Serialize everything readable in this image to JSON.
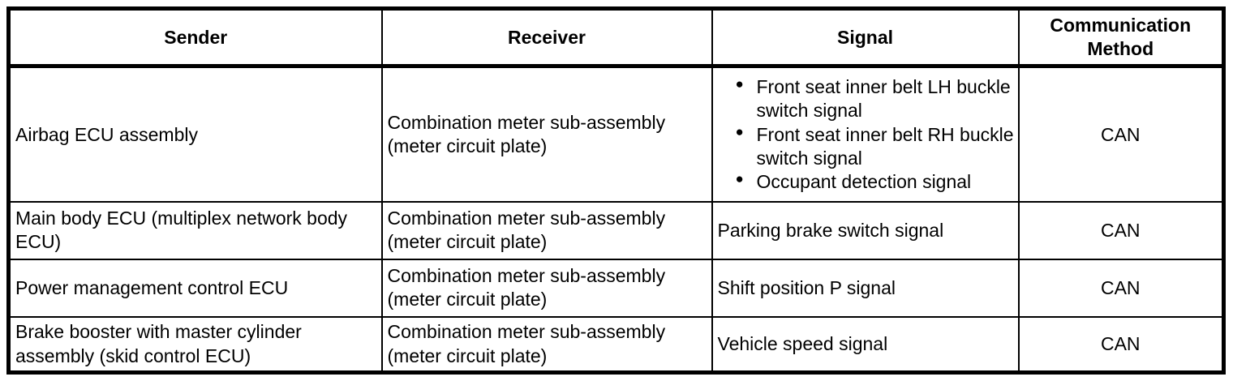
{
  "table": {
    "headers": [
      "Sender",
      "Receiver",
      "Signal",
      "Communication Method"
    ],
    "rows": [
      {
        "sender": "Airbag ECU assembly",
        "receiver": "Combination meter sub-assembly (meter circuit plate)",
        "signals": [
          "Front seat inner belt LH buckle switch signal",
          "Front seat inner belt RH buckle switch signal",
          "Occupant detection signal"
        ],
        "method": "CAN"
      },
      {
        "sender": "Main body ECU (multiplex network body ECU)",
        "receiver": "Combination meter sub-assembly (meter circuit plate)",
        "signal": "Parking brake switch signal",
        "method": "CAN"
      },
      {
        "sender": "Power management control ECU",
        "receiver": "Combination meter sub-assembly (meter circuit plate)",
        "signal": "Shift position P signal",
        "method": "CAN"
      },
      {
        "sender": "Brake booster with master cylinder assembly (skid control ECU)",
        "receiver": "Combination meter sub-assembly (meter circuit plate)",
        "signal": "Vehicle speed signal",
        "method": "CAN"
      }
    ],
    "colors": {
      "border": "#000000",
      "text": "#000000",
      "background": "#ffffff"
    }
  }
}
